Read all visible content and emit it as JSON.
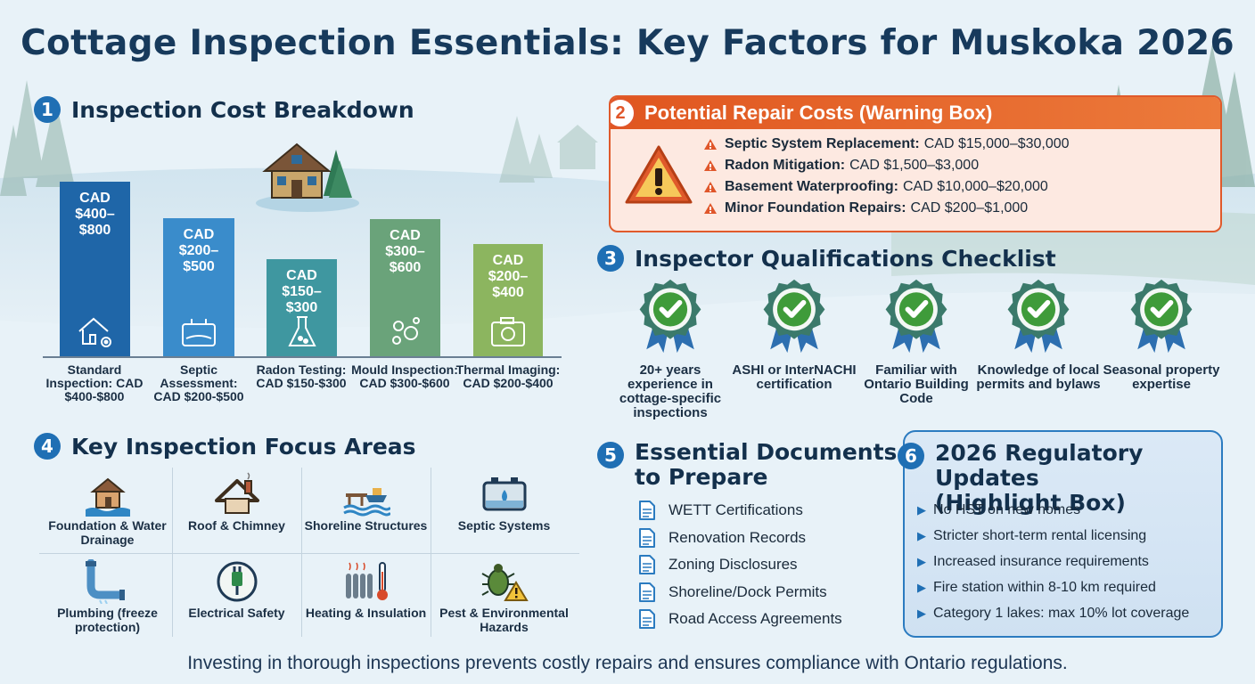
{
  "title": "Cottage Inspection Essentials: Key Factors for Muskoka 2026",
  "footer": "Investing in thorough inspections prevents costly repairs and ensures compliance with Ontario regulations.",
  "colors": {
    "primary_blue": "#1f6fb4",
    "warning_orange": "#e0642a",
    "check_green": "#3f9b3a",
    "badge_teal": "#3b7a6b"
  },
  "cost_section": {
    "number": "1",
    "heading": "Inspection Cost Breakdown",
    "bars": [
      {
        "value_text": "CAD $400–$800",
        "label": "Standard Inspection: CAD $400-$800",
        "icon": "house-gear-icon",
        "color": "#1f66a8"
      },
      {
        "value_text": "CAD $200–$500",
        "label": "Septic Assessment: CAD $200-$500",
        "icon": "septic-tank-icon",
        "color": "#3a8ccb"
      },
      {
        "value_text": "CAD $150–$300",
        "label": "Radon Testing: CAD $150-$300",
        "icon": "flask-icon",
        "color": "#3f97a0"
      },
      {
        "value_text": "CAD $300–$600",
        "label": "Mould Inspection: CAD $300-$600",
        "icon": "mould-spores-icon",
        "color": "#6aa37a"
      },
      {
        "value_text": "CAD $200–$400",
        "label": "Thermal Imaging: CAD $200-$400",
        "icon": "camera-icon",
        "color": "#8cb55f"
      }
    ]
  },
  "repair_section": {
    "number": "2",
    "heading": "Potential Repair Costs (Warning Box)",
    "items": [
      {
        "name": "Septic System Replacement:",
        "cost": "CAD $15,000–$30,000"
      },
      {
        "name": "Radon Mitigation:",
        "cost": "CAD $1,500–$3,000"
      },
      {
        "name": "Basement Waterproofing:",
        "cost": "CAD $10,000–$20,000"
      },
      {
        "name": "Minor Foundation Repairs:",
        "cost": "CAD $200–$1,000"
      }
    ]
  },
  "qualifications_section": {
    "number": "3",
    "heading": "Inspector Qualifications Checklist",
    "items": [
      "20+ years experience in cottage-specific inspections",
      "ASHI or InterNACHI certification",
      "Familiar with Ontario Building Code",
      "Knowledge of local permits and bylaws",
      "Seasonal property expertise"
    ]
  },
  "focus_section": {
    "number": "4",
    "heading": "Key Inspection Focus Areas",
    "items": [
      {
        "label": "Foundation & Water Drainage",
        "icon": "flooded-house-icon"
      },
      {
        "label": "Roof & Chimney",
        "icon": "roof-chimney-icon"
      },
      {
        "label": "Shoreline Structures",
        "icon": "boat-dock-icon"
      },
      {
        "label": "Septic Systems",
        "icon": "septic-tank-icon"
      },
      {
        "label": "Plumbing (freeze protection)",
        "icon": "frozen-pipe-icon"
      },
      {
        "label": "Electrical Safety",
        "icon": "plug-icon"
      },
      {
        "label": "Heating & Insulation",
        "icon": "radiator-thermometer-icon"
      },
      {
        "label": "Pest & Environmental Hazards",
        "icon": "bug-warning-icon"
      }
    ]
  },
  "documents_section": {
    "number": "5",
    "heading_line1": "Essential Documents",
    "heading_line2": "to Prepare",
    "items": [
      "WETT Certifications",
      "Renovation Records",
      "Zoning Disclosures",
      "Shoreline/Dock Permits",
      "Road Access Agreements"
    ]
  },
  "regulatory_section": {
    "number": "6",
    "heading_line1": "2026 Regulatory Updates",
    "heading_line2": "(Highlight Box)",
    "items": [
      "No HST on new homes",
      "Stricter short-term rental licensing",
      "Increased insurance requirements",
      "Fire station within 8-10 km required",
      "Category 1 lakes: max 10% lot coverage"
    ]
  }
}
